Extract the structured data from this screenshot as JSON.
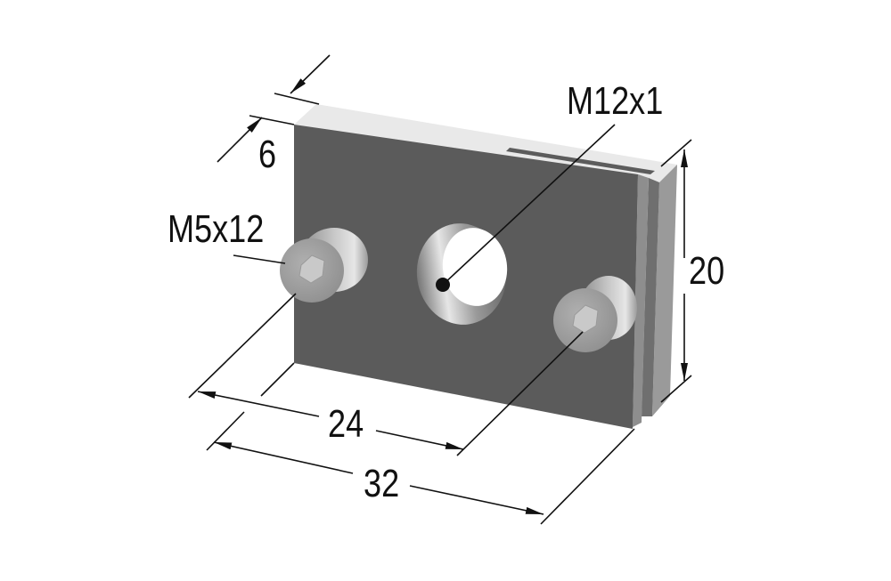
{
  "figure": {
    "title": "Mounting plate with hex socket screws and threaded hole",
    "background": "#ffffff",
    "colors": {
      "plate_face": "#5a5a5a",
      "plate_top": "#e8e8e8",
      "plate_side": "#8a8a8a",
      "screw": "#a8a8a8",
      "line": "#111111"
    }
  },
  "dimensions": {
    "thickness": "6",
    "height": "20",
    "hole_spacing": "24",
    "width": "32"
  },
  "callouts": {
    "thread": "M12x1",
    "screw": "M5x12"
  }
}
